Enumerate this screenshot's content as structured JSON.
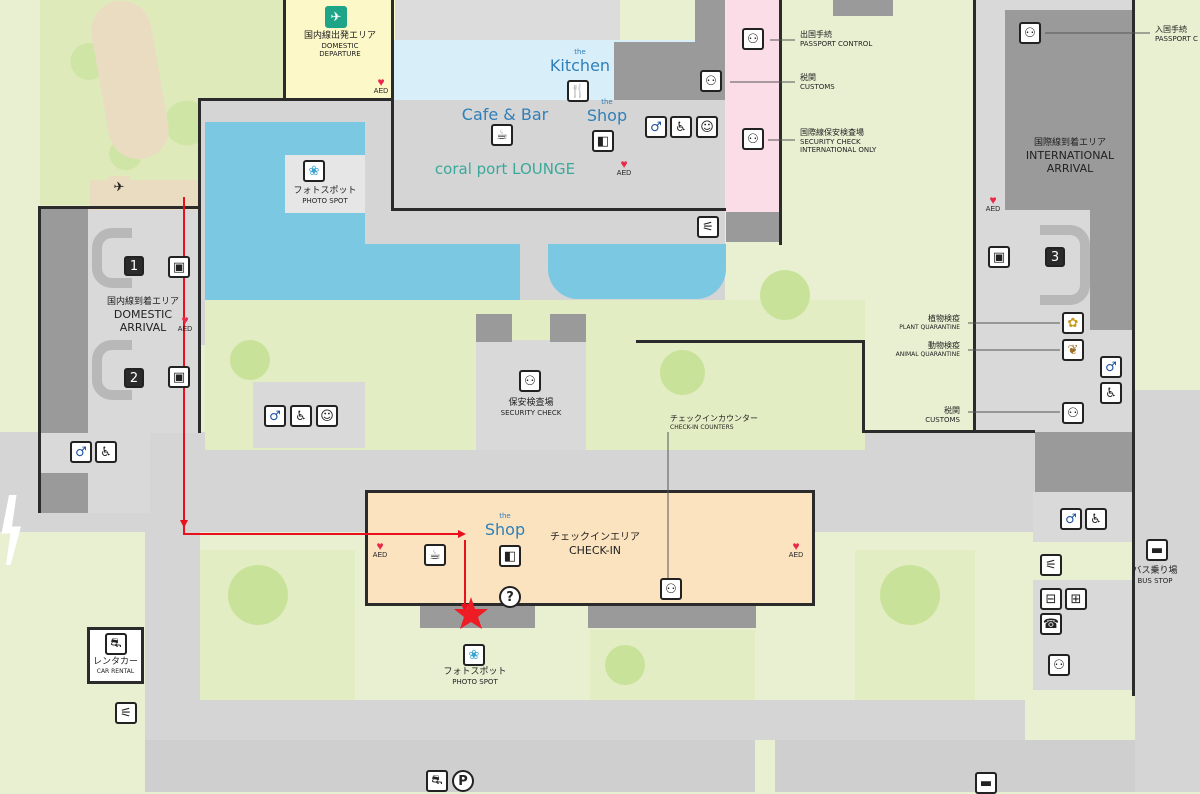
{
  "domestic_departure": {
    "ja": "国内線出発エリア",
    "en1": "DOMESTIC",
    "en2": "DEPARTURE"
  },
  "domestic_arrival": {
    "ja": "国内線到着エリア",
    "en1": "DOMESTIC",
    "en2": "ARRIVAL"
  },
  "international_arrival": {
    "ja": "国際線到着エリア",
    "en1": "INTERNATIONAL",
    "en2": "ARRIVAL"
  },
  "lounge": {
    "cafe": "Cafe & Bar",
    "kitchen_the": "the",
    "kitchen": "Kitchen",
    "shop_the": "the",
    "shop": "Shop",
    "name": "coral port  LOUNGE"
  },
  "photo_spot_top": {
    "ja": "フォトスポット",
    "en": "PHOTO SPOT"
  },
  "photo_spot_bottom": {
    "ja": "フォトスポット",
    "en": "PHOTO SPOT"
  },
  "security": {
    "ja": "保安検査場",
    "en": "SECURITY CHECK"
  },
  "checkin_counters": {
    "ja": "チェックインカウンター",
    "en": "CHECK-IN COUNTERS"
  },
  "checkin_area": {
    "ja": "チェックインエリア",
    "en": "CHECK-IN",
    "shop_the": "the",
    "shop": "Shop"
  },
  "passport_control": {
    "ja": "出国手続",
    "en": "PASSPORT CONTROL"
  },
  "customs_top": {
    "ja": "税関",
    "en": "CUSTOMS"
  },
  "intl_security": {
    "ja": "国際線保安検査場",
    "en1": "SECURITY CHECK",
    "en2": "INTERNATIONAL ONLY"
  },
  "immigration": {
    "ja": "入国手続",
    "en": "PASSPORT C"
  },
  "plant": {
    "ja": "植物検疫",
    "en": "PLANT QUARANTINE"
  },
  "animal": {
    "ja": "動物検疫",
    "en": "ANIMAL QUARANTINE"
  },
  "customs_right": {
    "ja": "税関",
    "en": "CUSTOMS"
  },
  "bus_stop": {
    "ja": "バス乗り場",
    "en": "BUS STOP"
  },
  "rental": {
    "ja": "レンタカー",
    "en": "CAR RENTAL"
  },
  "aed": "AED",
  "belt1": "1",
  "belt2": "2",
  "belt3": "3",
  "parking": "P",
  "info": "?",
  "accent": {
    "star": "#ee1c24",
    "route": "#e8101c",
    "aed": "#e8294b",
    "lounge": "#d8eef9",
    "checkin": "#fbe3bf",
    "departure": "#fdf8c8",
    "customs_pink": "#fbdde8",
    "water": "#7ac8e2",
    "park": "#e9f0d2"
  },
  "icons": [
    "plane-departure-icon",
    "plane-arrival-icon",
    "luggage-icon",
    "restroom-icon",
    "wheelchair-icon",
    "baby-icon",
    "coffee-icon",
    "shop-bag-icon",
    "smoking-icon",
    "security-officer-icon",
    "customs-icon",
    "pineapple-icon",
    "dog-icon",
    "bus-icon",
    "phone-icon",
    "info-icon",
    "star-icon",
    "car-icon",
    "parking-icon"
  ]
}
